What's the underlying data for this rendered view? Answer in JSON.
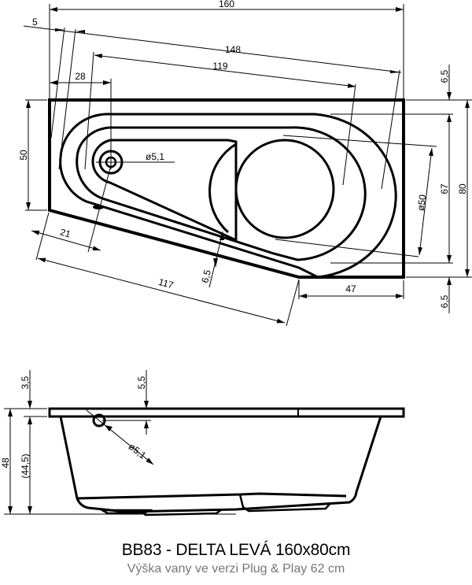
{
  "title": "BB83 - DELTA LEVÁ 160x80cm",
  "subtitle": "Výška vany ve verzi Plug & Play 62 cm",
  "plan_view": {
    "dimensions": {
      "overall_length": "160",
      "offset_left": "5",
      "inner_length": "148",
      "inner_basin_length": "119",
      "drain_offset": "28",
      "left_height": "50",
      "drain_diameter": "ø5,1",
      "head_diameter": "ø50",
      "inner_width": "67",
      "overall_width": "80",
      "rim_top": "6,5",
      "rim_bottom": "6,5",
      "rim_front": "6,5",
      "slant_offset": "21",
      "slant_length": "117",
      "right_flat": "47"
    }
  },
  "side_view": {
    "dimensions": {
      "rim_thickness": "3,5",
      "overflow_depth": "5,5",
      "overall_height": "48",
      "inner_depth": "(44,5)",
      "overflow_diameter": "ø5,1"
    }
  },
  "colors": {
    "line": "#000000",
    "subtitle": "#777777",
    "background": "#ffffff"
  }
}
